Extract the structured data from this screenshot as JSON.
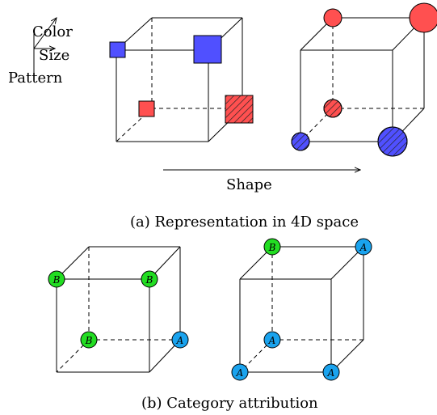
{
  "axes": {
    "color_label": "Color",
    "size_label": "Size",
    "pattern_label": "Pattern",
    "shape_label": "Shape"
  },
  "captions": {
    "a": "(a) Representation in 4D space",
    "b": "(b) Category attribution"
  },
  "colors": {
    "blue": "#5050ff",
    "red": "#ff5050",
    "green": "#22dd22",
    "cyan": "#1aa3ee",
    "hatch": "#222222"
  },
  "cube_b1_nodes": [
    {
      "label": "B",
      "pos": "top-left-front"
    },
    {
      "label": "B",
      "pos": "top-right-front"
    },
    {
      "label": "B",
      "pos": "bottom-left-back"
    },
    {
      "label": "A",
      "pos": "bottom-right-back"
    }
  ],
  "cube_b2_nodes": [
    {
      "label": "B",
      "pos": "top-left-back"
    },
    {
      "label": "A",
      "pos": "top-right-back"
    },
    {
      "label": "A",
      "pos": "bottom-left-back"
    },
    {
      "label": "A",
      "pos": "bottom-left-front"
    },
    {
      "label": "A",
      "pos": "bottom-right-front"
    }
  ]
}
